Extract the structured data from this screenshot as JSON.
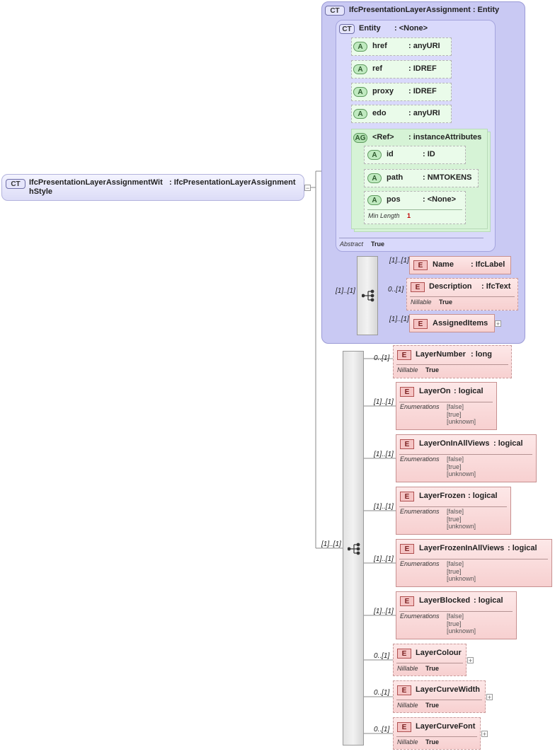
{
  "root": {
    "badge": "CT",
    "name": "IfcPresentationLayerAssignmentWit hStyle",
    "type": ": IfcPresentationLayerAssignment"
  },
  "base": {
    "badge": "CT",
    "title": "IfcPresentationLayerAssignment : Entity",
    "entity": {
      "badge": "CT",
      "name": "Entity",
      "type": ": <None>",
      "attributes": [
        {
          "badge": "A",
          "name": "href",
          "type": ": anyURI"
        },
        {
          "badge": "A",
          "name": "ref",
          "type": ": IDREF"
        },
        {
          "badge": "A",
          "name": "proxy",
          "type": ": IDREF"
        },
        {
          "badge": "A",
          "name": "edo",
          "type": ": anyURI"
        }
      ],
      "group": {
        "badge": "AG",
        "name": "<Ref>",
        "type": ": instanceAttributes",
        "attributes": [
          {
            "badge": "A",
            "name": "id",
            "type": ": ID"
          },
          {
            "badge": "A",
            "name": "path",
            "type": ": NMTOKENS"
          },
          {
            "badge": "A",
            "name": "pos",
            "type": ": <None>",
            "prop_key": "Min Length",
            "prop_val": "1"
          }
        ]
      },
      "abstract_key": "Abstract",
      "abstract_val": "True"
    },
    "seq_card": "[1]..[1]",
    "elements": [
      {
        "badge": "E",
        "card": "[1]..[1]",
        "name": "Name",
        "type": ": IfcLabel"
      },
      {
        "badge": "E",
        "card": "0..[1]",
        "name": "Description",
        "type": ": IfcText",
        "prop_key": "Nillable",
        "prop_val": "True"
      },
      {
        "badge": "E",
        "card": "[1]..[1]",
        "name": "AssignedItems",
        "type": ""
      }
    ]
  },
  "ext": {
    "seq_card": "[1]..[1]",
    "enum_key": "Enumerations",
    "enum_values": [
      "[false]",
      "[true]",
      "[unknown]"
    ],
    "nillable_key": "Nillable",
    "nillable_val": "True",
    "elements": [
      {
        "badge": "E",
        "card": "0..[1]",
        "name": "LayerNumber",
        "type": ": long"
      },
      {
        "badge": "E",
        "card": "[1]..[1]",
        "name": "LayerOn",
        "type": ": logical"
      },
      {
        "badge": "E",
        "card": "[1]..[1]",
        "name": "LayerOnInAllViews",
        "type": ": logical"
      },
      {
        "badge": "E",
        "card": "[1]..[1]",
        "name": "LayerFrozen",
        "type": ": logical"
      },
      {
        "badge": "E",
        "card": "[1]..[1]",
        "name": "LayerFrozenInAllViews",
        "type": ": logical"
      },
      {
        "badge": "E",
        "card": "[1]..[1]",
        "name": "LayerBlocked",
        "type": ": logical"
      },
      {
        "badge": "E",
        "card": "0..[1]",
        "name": "LayerColour",
        "type": ""
      },
      {
        "badge": "E",
        "card": "0..[1]",
        "name": "LayerCurveWidth",
        "type": ""
      },
      {
        "badge": "E",
        "card": "0..[1]",
        "name": "LayerCurveFont",
        "type": ""
      }
    ]
  }
}
